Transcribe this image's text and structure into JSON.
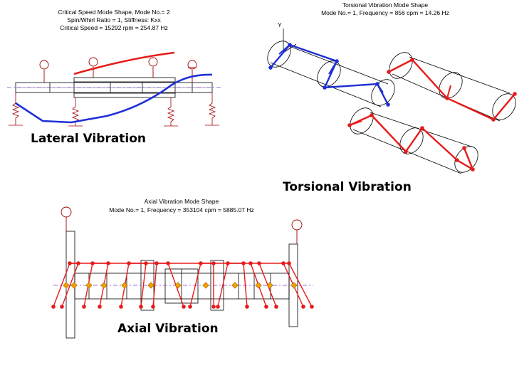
{
  "colors": {
    "blue": "#1f2fd6",
    "red": "#e81a1a",
    "shaft": "#000000",
    "support": "#a00000",
    "centerline": "#7a3fd0",
    "node_fill": "#f0a000"
  },
  "lateral": {
    "title_lines": [
      "Critical Speed Mode Shape, Mode No.= 2",
      "Spin/Whirl Ratio = 1, Stiffness: Kxx",
      "Critical Speed = 15292 rpm = 254.87 Hz"
    ],
    "caption": "Lateral Vibration"
  },
  "torsional": {
    "title_lines": [
      "Torsional Vibration Mode Shape",
      "Mode No.= 1, Frequency = 856 cpm = 14.26 Hz"
    ],
    "axis_label": "Y",
    "caption": "Torsional Vibration"
  },
  "axial": {
    "title_lines": [
      "Axial Vibration Mode Shape",
      "Mode No.= 1, Frequency = 353104 cpm = 5885.07 Hz"
    ],
    "caption": "Axial Vibration"
  }
}
